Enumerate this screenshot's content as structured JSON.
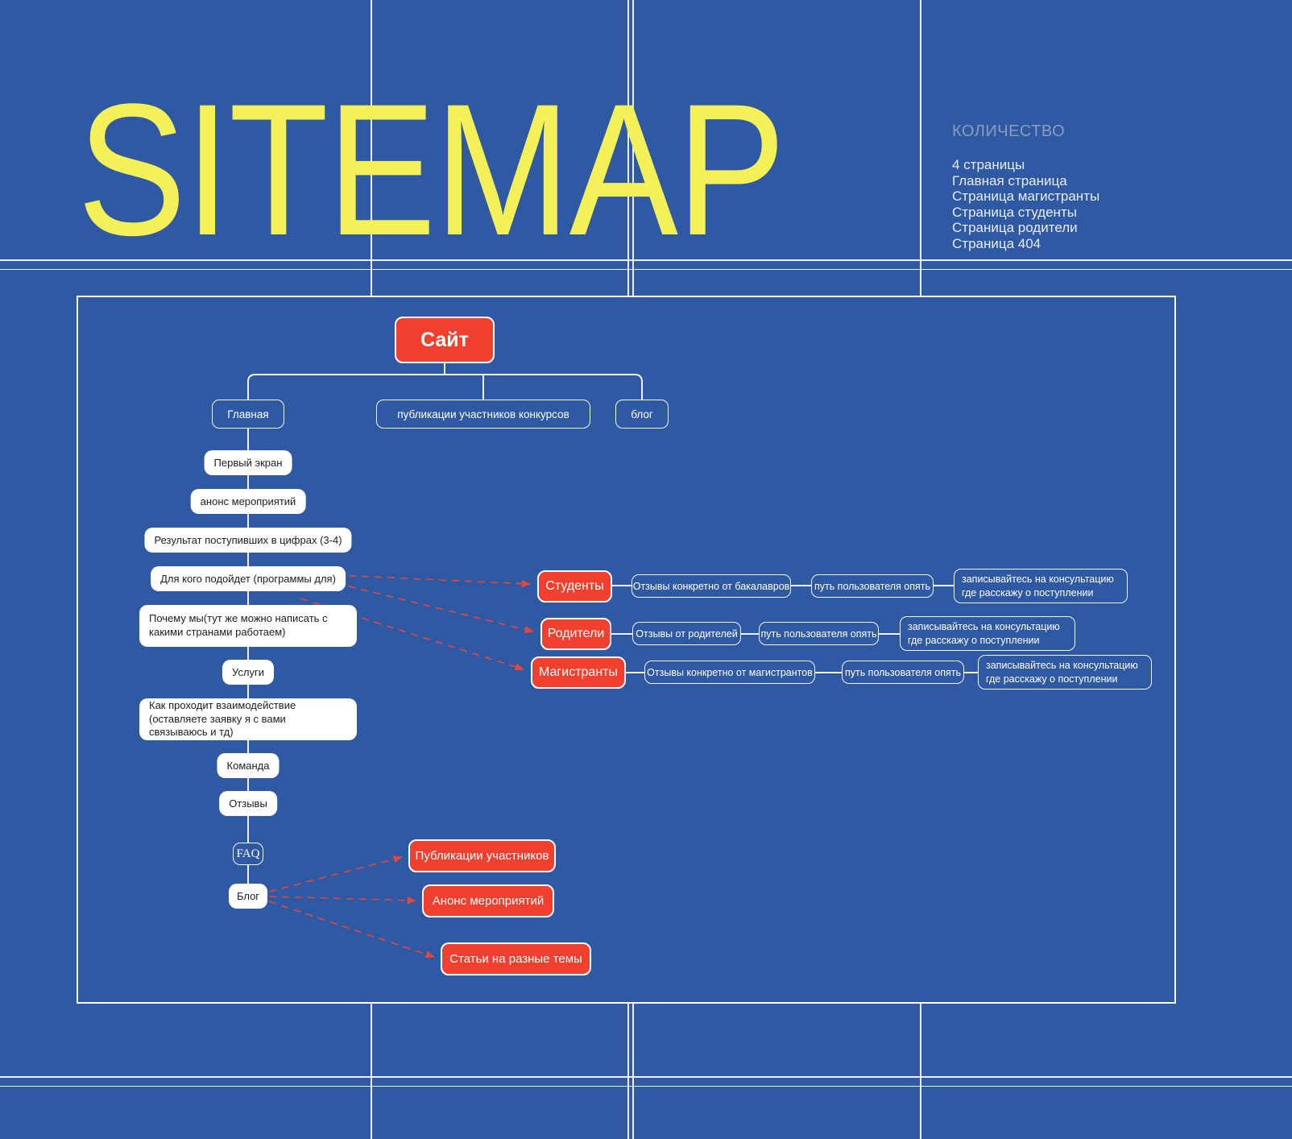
{
  "page": {
    "title": "SITEMAP"
  },
  "summary": {
    "heading": "КОЛИЧЕСТВО",
    "items": [
      "4 страницы",
      "Главная страница",
      "Страница магистранты",
      "Страница студенты",
      "Страница родители",
      "Страница 404"
    ]
  },
  "sitemap": {
    "root": {
      "label": "Сайт"
    },
    "top_level": [
      {
        "label": "Главная"
      },
      {
        "label": "публикации участников конкурсов"
      },
      {
        "label": "блог"
      }
    ],
    "home_sections": [
      {
        "label": "Первый экран"
      },
      {
        "label": "анонс мероприятий"
      },
      {
        "label": "Результат поступивших в цифрах (3-4)"
      },
      {
        "label": "Для кого подойдет (программы для)"
      },
      {
        "label": "Почему мы(тут же можно написать с какими странами работаем)"
      },
      {
        "label": "Услуги"
      },
      {
        "label": "Как проходит взаимодействие (оставляете заявку я с вами связываюсь и тд)"
      },
      {
        "label": "Команда"
      },
      {
        "label": "Отзывы"
      },
      {
        "label": "FAQ"
      },
      {
        "label": "Блог"
      }
    ],
    "audience_flows": [
      {
        "audience": "Студенты",
        "steps": [
          "Отзывы конкретно от бакалавров",
          "путь пользователя опять",
          "записывайтесь на консультацию где расскажу о поступлении"
        ]
      },
      {
        "audience": "Родители",
        "steps": [
          "Отзывы от родителей",
          "путь пользователя опять",
          "записывайтесь на консультацию где расскажу о поступлении"
        ]
      },
      {
        "audience": "Магистранты",
        "steps": [
          "Отзывы конкретно от магистрантов",
          "путь пользователя опять",
          "записывайтесь на консультацию где расскажу о поступлении"
        ]
      }
    ],
    "blog_children": [
      {
        "label": "Публикации участников"
      },
      {
        "label": "Анонс мероприятий"
      },
      {
        "label": "Статьи на разные темы"
      }
    ]
  },
  "colors": {
    "background": "#2f59a2",
    "accent_red": "#f2402e",
    "title_yellow": "#f3f157",
    "heading_gray": "#8c9cba",
    "dashed_red": "#e2483d"
  }
}
